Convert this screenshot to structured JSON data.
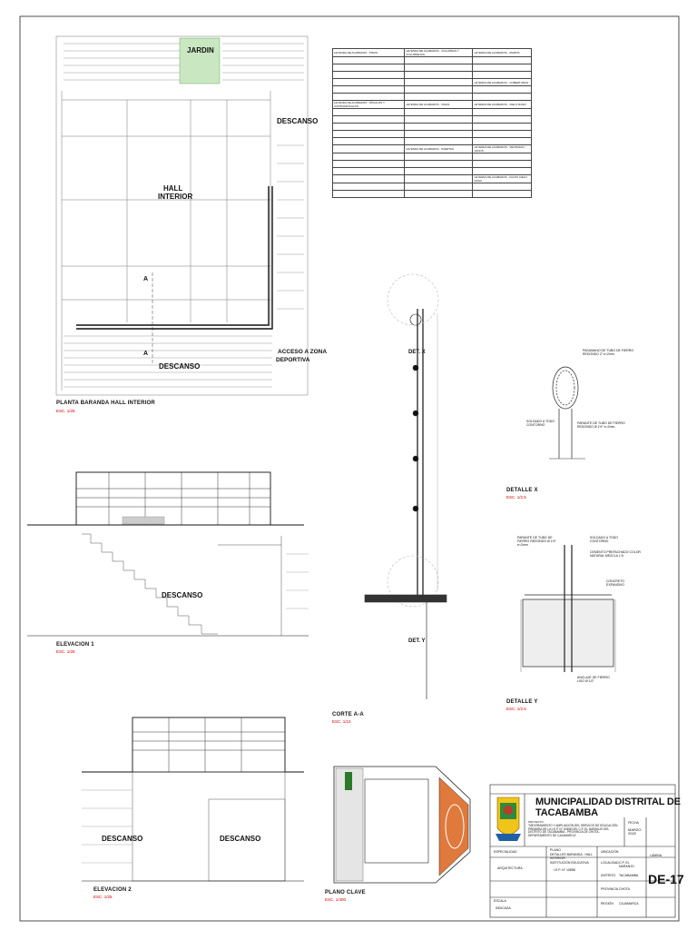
{
  "titles": {
    "plan": "PLANTA BARANDA HALL INTERIOR",
    "elev1": "ELEVACION 1",
    "elev2": "ELEVACION 2",
    "corte": "CORTE A-A",
    "detx": "DETALLE X",
    "dety": "DETALLE Y",
    "clave": "PLANO CLAVE"
  },
  "scales": {
    "plan": "ESC. 1/25",
    "elev1": "ESC. 1/25",
    "elev2": "ESC. 1/25",
    "corte": "ESC. 1/10",
    "detx": "ESC. 1/2.5",
    "dety": "ESC. 1/2.5",
    "clave": "ESC. 1/400"
  },
  "plan_labels": {
    "jardin": "JARDIN",
    "descanso_top": "DESCANSO",
    "hall": "HALL",
    "interior": "INTERIOR",
    "descanso_bottom": "DESCANSO",
    "acceso": "ACCESO A ZONA",
    "deportiva": "DEPORTIVA",
    "section_a": "A"
  },
  "elev_labels": {
    "descanso_e1": "DESCANSO",
    "descanso_e2a": "DESCANSO",
    "descanso_e2b": "DESCANSO"
  },
  "detail_labels": {
    "dety_top": "DET. X",
    "dety_bot": "DET. Y",
    "pasamano": "PASAMANO DE TUBO DE FIERRO REDONDO 2\" e=2mm",
    "parante": "PARANTE DE TUBO DE FIERRO REDONDO Ø 1½\" e=2mm",
    "soldado": "SOLDADO A TODO CONTORNO",
    "cemento": "CEMENTO PREFACHADO COLOR NATURAL MEZCLA 1:5",
    "concreto": "CONCRETO EXPANSIVO",
    "anclaje": "ANCLAJE DE FIERRO LISO Ø 1/2\""
  },
  "titleblock": {
    "municipality": "MUNICIPALIDAD DISTRITAL DE TACABAMBA",
    "project_label": "PROYECTO:",
    "project": "\"MEJORAMIENTO Y AMPLIACIÓN DEL SERVICIO DE EDUCACIÓN PRIMARIA DE LA I.E.P. N° 10858 DEL C.P. EL NARANJO DEL DISTRITO DE TACABAMBA - PROVINCIA DE CHOTA - DEPARTAMENTO DE CAJAMARCA\"",
    "especialidad_label": "ESPECIALIDAD",
    "especialidad": "ARQUITECTURA",
    "plano_label": "PLANO",
    "plano": "DETALLES BARANDA - HALL INTERIOR",
    "institucion_label": "INSTITUCIÓN EDUCATIVA",
    "institucion": "I.E.P. N° 10858",
    "ubicacion_label": "UBICACIÓN",
    "localidad_label": "LOCALIDAD",
    "localidad": "C.P. EL NARANJO",
    "distrito_label": "DISTRITO",
    "distrito": "TACABAMBA",
    "provincia_label": "PROVINCIA",
    "provincia": "CHOTA",
    "region_label": "REGIÓN",
    "region": "CAJAMARCA",
    "escala_label": "ESCALA",
    "escala": "INDICADA",
    "fecha_label": "FECHA",
    "fecha": "MARZO 2022",
    "lamina_label": "LÁMINA",
    "sheet": "DE-17"
  },
  "finish_table": {
    "headers": [
      "LEYENDA DE ACABADOS - PISOS",
      "LEYENDA DE ACABADOS - COLUMNAS Y COLUMNETAS",
      "LEYENDA DE ACABADOS - ZÓCALOS Y CONTRAZÓCALOS",
      "LEYENDA DE ACABADOS - VIGAS",
      "LEYENDA DE ACABADOS - MUROS",
      "LEYENDA DE ACABADOS - PUERTAS",
      "LEYENDA DE ACABADOS - COBERTURAS",
      "LEYENDA DE ACABADOS - CIELO RASO",
      "LEYENDA DE ACABADOS - VENTANAS / VANOS",
      "LEYENDA DE ACABADOS - FALSO CIELO RASO"
    ]
  }
}
